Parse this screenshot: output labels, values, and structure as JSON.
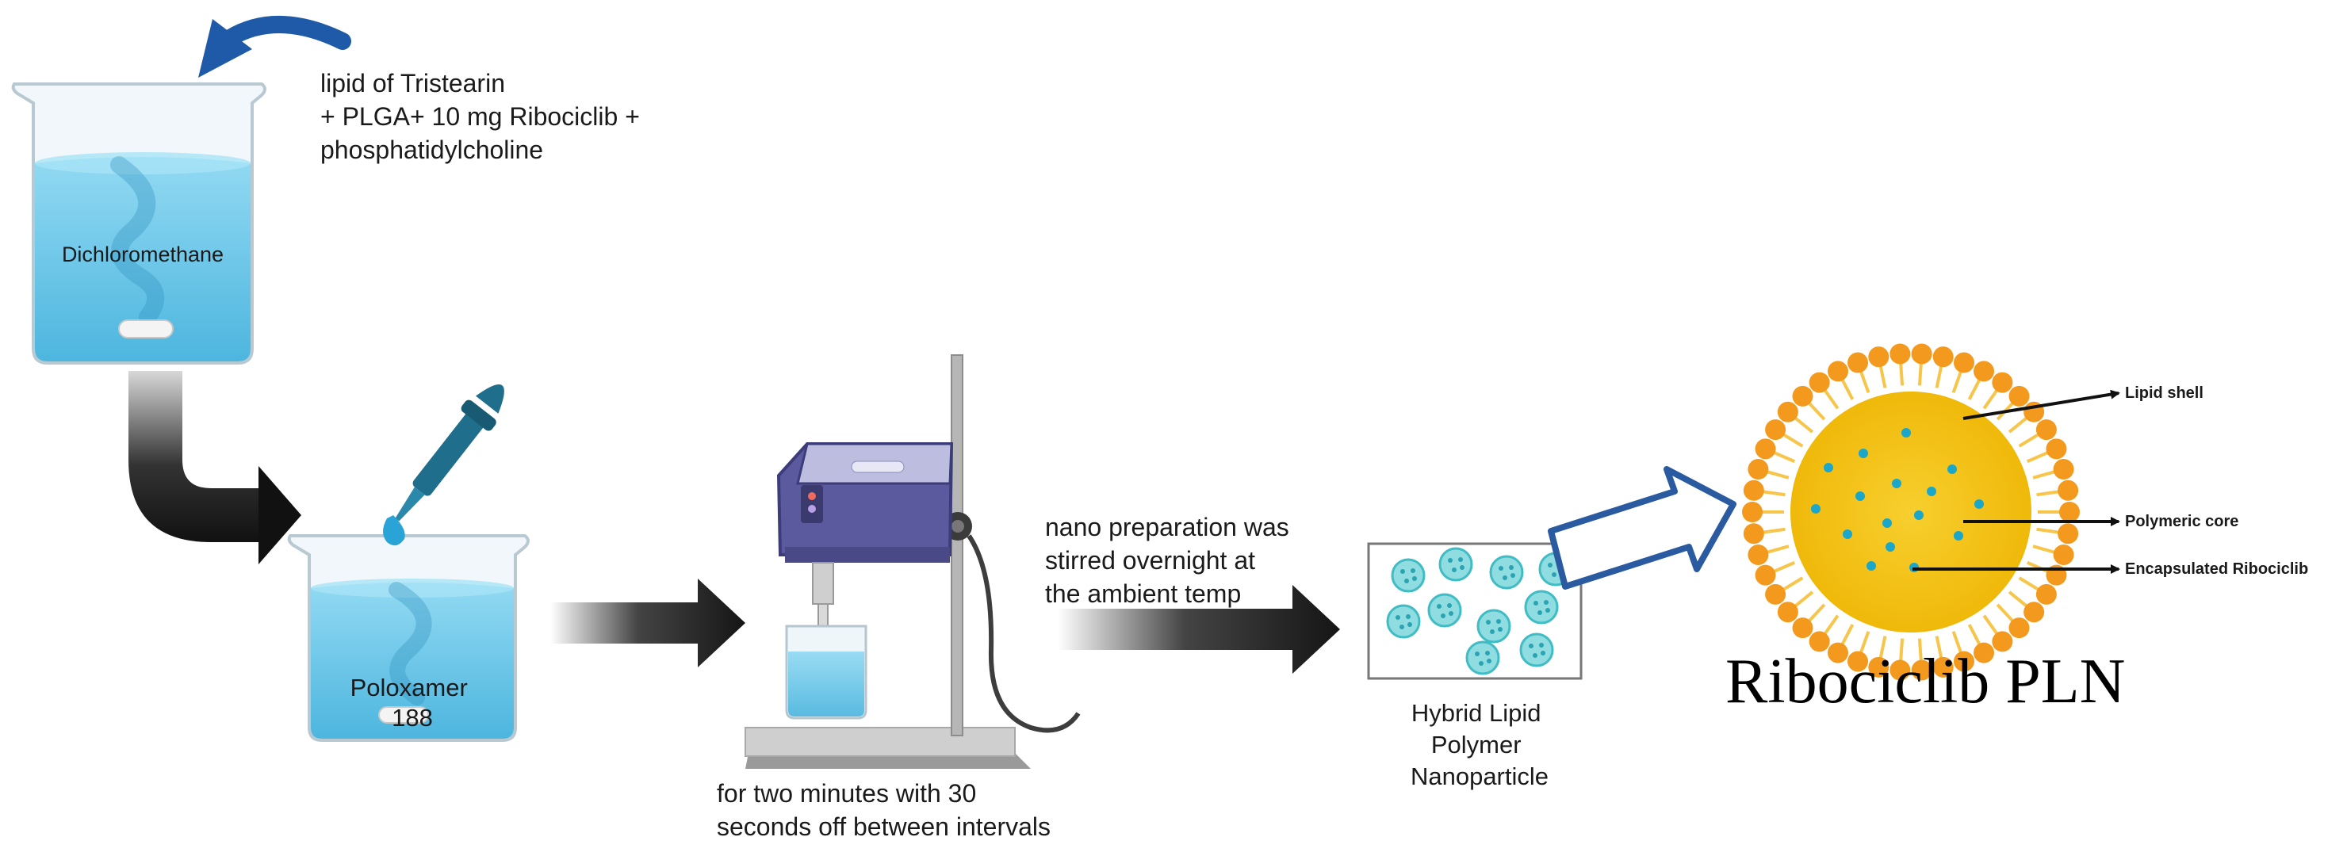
{
  "labels": {
    "reagents": [
      "lipid of Tristearin",
      "+ PLGA+ 10 mg Ribociclib +",
      "phosphatidylcholine"
    ],
    "solvent": "Dichloromethane",
    "surfactant": [
      "Poloxamer",
      "188"
    ],
    "stirring": [
      "nano preparation was",
      "stirred overnight at",
      "the ambient temp"
    ],
    "sonication": [
      "for two minutes with 30",
      "seconds off between intervals"
    ],
    "product": [
      "Hybrid Lipid",
      "Polymer",
      "Nanoparticle"
    ],
    "lipid_shell": "Lipid shell",
    "polymeric_core": "Polymeric core",
    "encapsulated_drug": "Encapsulated Ribociclib",
    "result_title": "Ribociclib PLN"
  },
  "colors": {
    "liquid": "#5fc4e8",
    "glass": "#e3f3fb",
    "arrow_dark": "#1b1b1b",
    "hollow_arrow": "#2a5aa0",
    "curved_arrow": "#1e5aa8",
    "lipid_head": "#f39a1e",
    "lipid_tail": "#f6c54a",
    "core": "#f4c20d",
    "drug_dot": "#1aa7c9",
    "dropper": "#1f6e8c",
    "instrument_body": "#5b5a9e"
  },
  "icons": [
    "beaker-icon",
    "stir-bar-icon",
    "dropper-icon",
    "homogenizer-icon",
    "nanoparticle-icon",
    "curved-arrow-icon"
  ]
}
